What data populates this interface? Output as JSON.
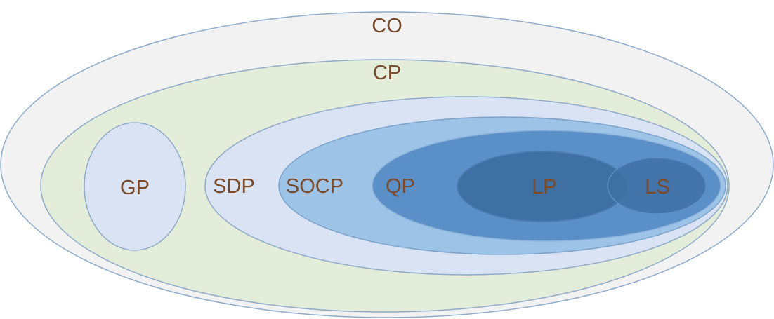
{
  "diagram": {
    "regions": {
      "co": {
        "label": "CO",
        "fill": "#f2f2f2",
        "stroke": "#8eaac9"
      },
      "cp": {
        "label": "CP",
        "fill": "#e3edd9",
        "stroke": "#8eaac9"
      },
      "gp": {
        "label": "GP",
        "fill": "#dae3f3",
        "stroke": "#8eaac9"
      },
      "sdp": {
        "label": "SDP",
        "fill": "#dae3f3",
        "stroke": "#8eaac9"
      },
      "socp": {
        "label": "SOCP",
        "fill": "#9dc3e6",
        "stroke": "#7aa3cc"
      },
      "qp": {
        "label": "QP",
        "fill": "#5b8fc7",
        "stroke": "#8fb5dd"
      },
      "lp": {
        "label": "LP",
        "fill": "#3f70a4",
        "stroke": "#4a7db5"
      },
      "ls": {
        "label": "LS",
        "fill": "#3f70a4",
        "stroke": "#5b8fc7"
      }
    },
    "label_color": "#7a4a2a"
  }
}
